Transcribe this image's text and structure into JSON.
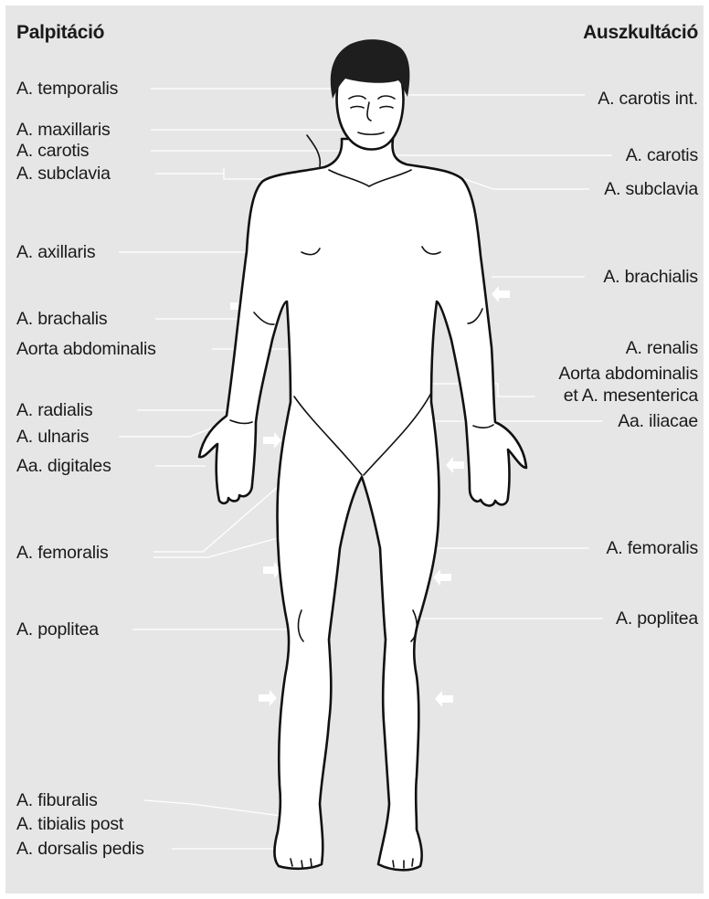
{
  "headers": {
    "left": "Palpitáció",
    "right": "Auszkultáció"
  },
  "palpation_labels": [
    "A. temporalis",
    "A. maxillaris",
    "A. carotis",
    "A. subclavia",
    "A. axillaris",
    "A. brachalis",
    "Aorta abdominalis",
    "A. radialis",
    "A. ulnaris",
    "Aa. digitales",
    "A. femoralis",
    "A. poplitea",
    "A. fiburalis",
    "A. tibialis post",
    "A. dorsalis pedis"
  ],
  "auscultation_labels": [
    "A. carotis int.",
    "A. carotis",
    "A. subclavia",
    "A. brachialis",
    "A. renalis",
    "Aorta abdominalis",
    "et A. mesenterica",
    "Aa. iliacae",
    "A. femoralis",
    "A. poplitea"
  ],
  "colors": {
    "background": "#e6e6e6",
    "figure_fill": "#ffffff",
    "outline": "#111111",
    "hair": "#1e1e1e",
    "leader_lines": "#ffffff"
  }
}
